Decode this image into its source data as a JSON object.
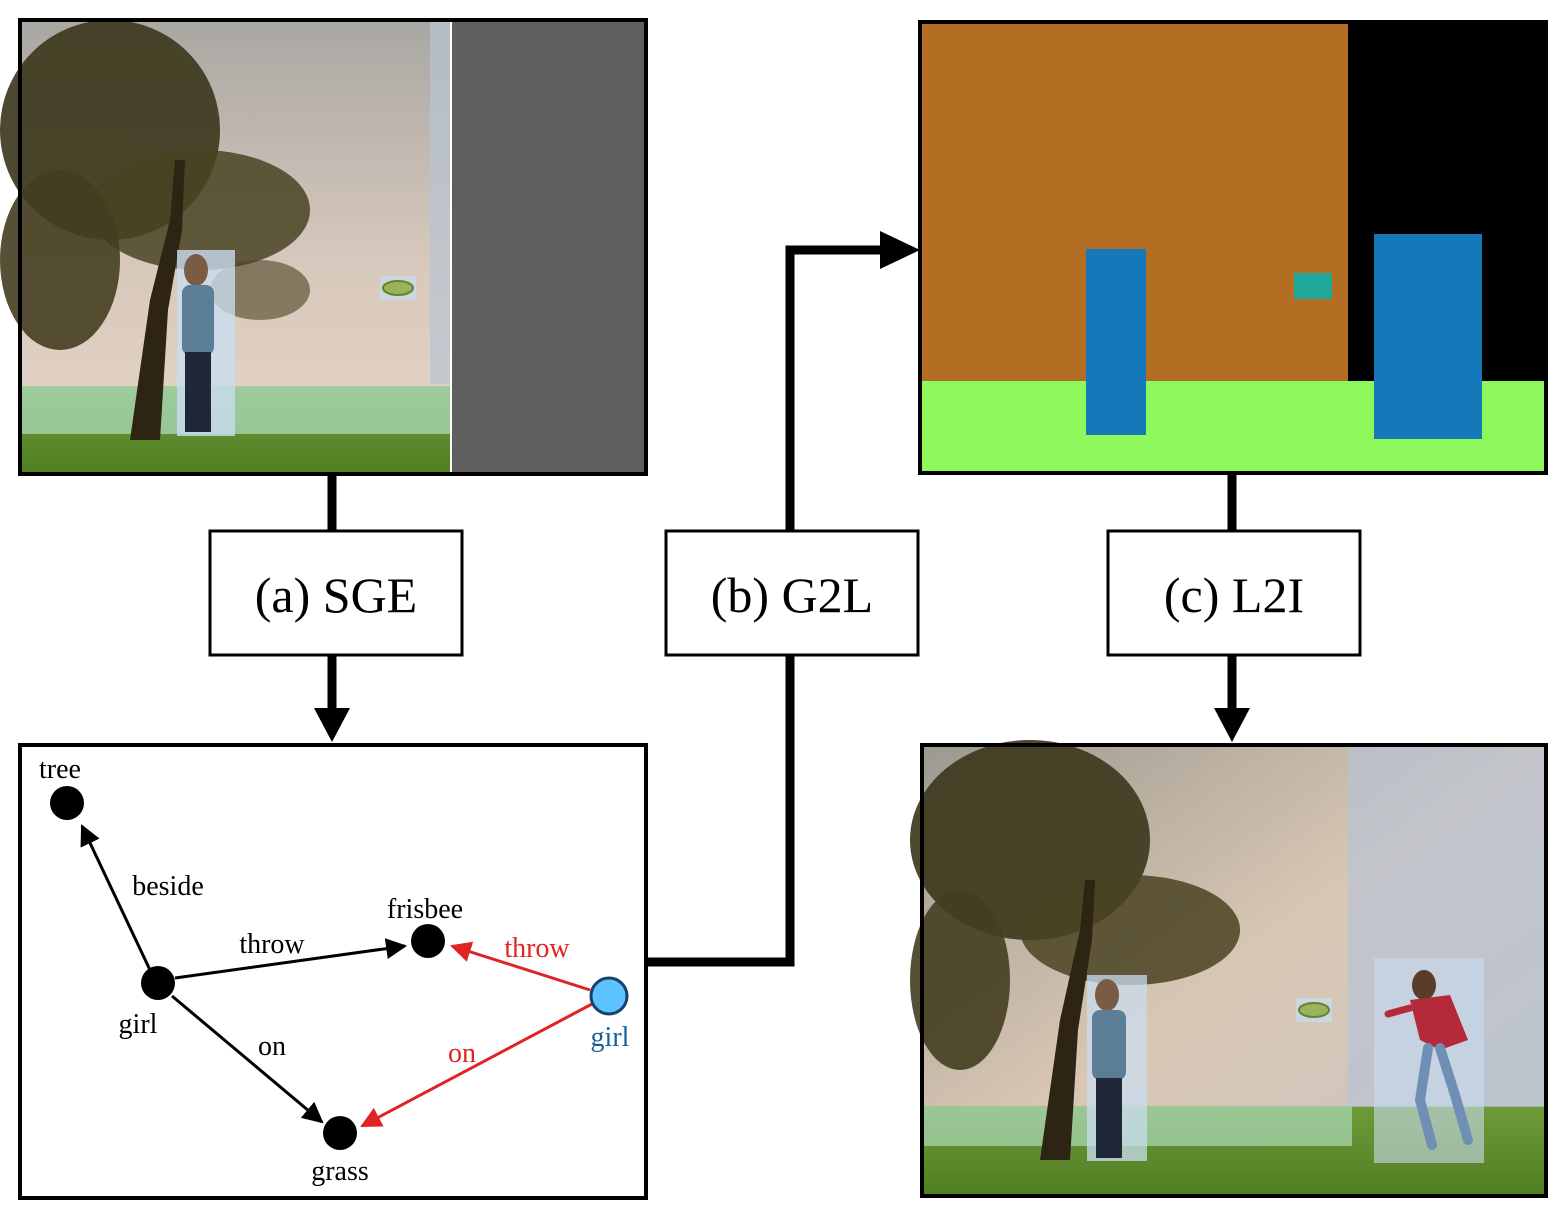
{
  "stages": [
    {
      "id": "sge",
      "label": "(a) SGE"
    },
    {
      "id": "g2l",
      "label": "(b) G2L"
    },
    {
      "id": "l2i",
      "label": "(c) L2I"
    }
  ],
  "scene_graph": {
    "nodes": [
      {
        "id": "tree",
        "label": "tree"
      },
      {
        "id": "girl",
        "label": "girl"
      },
      {
        "id": "frisbee",
        "label": "frisbee"
      },
      {
        "id": "grass",
        "label": "grass"
      },
      {
        "id": "girl_new",
        "label": "girl"
      }
    ],
    "edges": [
      {
        "id": "beside",
        "label": "beside",
        "from": "girl",
        "to": "tree"
      },
      {
        "id": "throw_old",
        "label": "throw",
        "from": "girl",
        "to": "frisbee"
      },
      {
        "id": "on_old",
        "label": "on",
        "from": "girl",
        "to": "grass"
      },
      {
        "id": "throw_new",
        "label": "throw",
        "from": "girl_new",
        "to": "frisbee"
      },
      {
        "id": "on_new",
        "label": "on",
        "from": "girl_new",
        "to": "grass"
      }
    ]
  },
  "layout_classes": {
    "tree": "#b36e24",
    "sky": "#000000",
    "grass": "#8ef75b",
    "person": "#1578b8",
    "frisbee": "#1fa89a"
  },
  "colors": {
    "new_relation": "#e02424",
    "new_node_fill": "#5bc3ff",
    "new_node_label": "#1a5f9a",
    "masked_region": "#5f5f5f"
  }
}
